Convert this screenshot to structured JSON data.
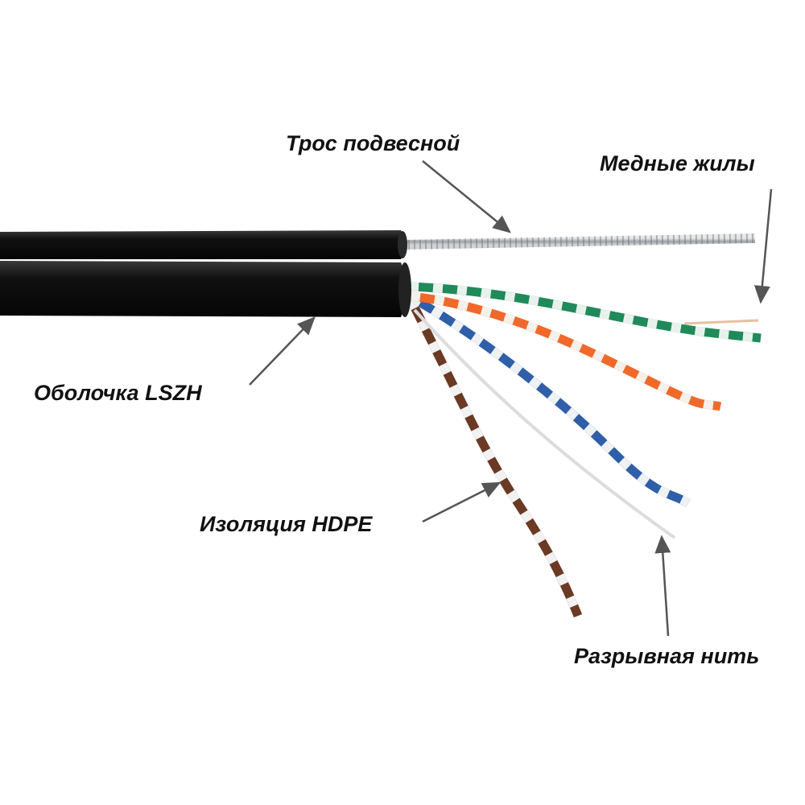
{
  "labels": {
    "messenger": "Трос подвесной",
    "copper": "Медные жилы",
    "sheath": "Оболочка LSZH",
    "insulation": "Изоляция HDPE",
    "ripcord": "Разрывная нить"
  },
  "colors": {
    "jacket": "#151515",
    "steel": "#b8bcc0",
    "green": "#1f8a5a",
    "orange": "#f0692a",
    "blue": "#2f5fa8",
    "brown": "#6b3a24",
    "white": "#f2f2f2",
    "arrow": "#555555"
  }
}
